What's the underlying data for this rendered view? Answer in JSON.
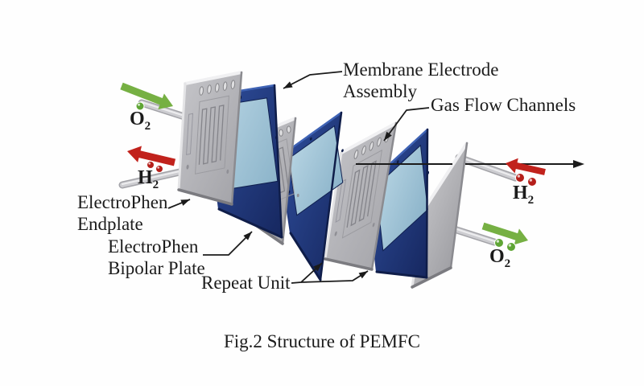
{
  "figure": {
    "caption": "Fig.2 Structure of PEMFC"
  },
  "labels": {
    "membrane_electrode_assembly": "Membrane Electrode Assembly",
    "gas_flow_channels": "Gas Flow Channels",
    "electrophen_endplate": "ElectroPhen Endplate",
    "electrophen_bipolar_plate": "ElectroPhen Bipolar Plate",
    "repeat_unit": "Repeat Unit"
  },
  "gas_ports": {
    "o2_inlet_left": {
      "base": "O",
      "sub": "2"
    },
    "h2_outlet_left": {
      "base": "H",
      "sub": "2"
    },
    "h2_inlet_right": {
      "base": "H",
      "sub": "2"
    },
    "o2_outlet_right": {
      "base": "O",
      "sub": "2"
    }
  },
  "colors": {
    "background": "#fefefe",
    "oxygen_green": "#76b043",
    "oxygen_dot_green": "#5fa535",
    "hydrogen_red": "#c1221c",
    "hydrogen_dot_red": "#b51f1a",
    "mea_frame_navy_light": "#30509f",
    "mea_frame_navy_dark": "#16275f",
    "mea_panel_blue_light": "#b5d3e2",
    "mea_panel_blue_dark": "#8cb4ca",
    "plate_gray_light": "#c6c6ca",
    "plate_gray_dark": "#a2a2a7",
    "endplate_gray_light": "#d2d2d5",
    "endplate_gray_dark": "#939398",
    "tube_gray": "#cdcdd1",
    "line_black": "#1b1b1b",
    "channel_line_gray": "#84848a"
  }
}
